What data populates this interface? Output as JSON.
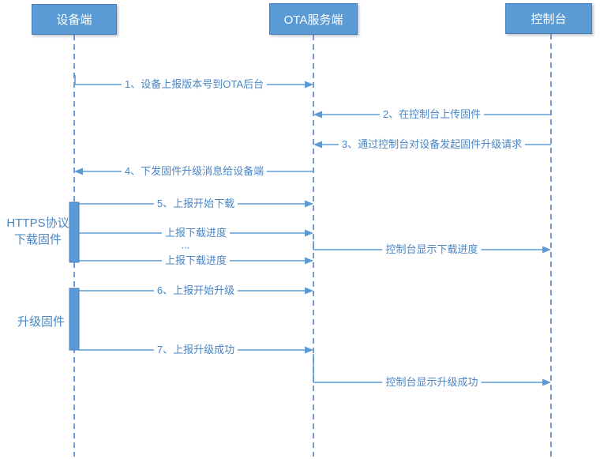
{
  "diagram": {
    "type": "sequence",
    "colors": {
      "accent": "#5B9BD5",
      "actor_border": "#4A7EBB",
      "message_text": "#4A86C5",
      "lifeline": "#759CC9",
      "actor_text": "#FFFFFF",
      "background": "#FFFFFF"
    },
    "participants": [
      {
        "id": "device",
        "label": "设备端"
      },
      {
        "id": "ota-server",
        "label": "OTA服务端"
      },
      {
        "id": "console",
        "label": "控制台"
      }
    ],
    "messages": [
      {
        "from": "设备端",
        "to": "OTA服务端",
        "label": "1、设备上报版本号到OTA后台"
      },
      {
        "from": "控制台",
        "to": "OTA服务端",
        "label": "2、在控制台上传固件"
      },
      {
        "from": "控制台",
        "to": "OTA服务端",
        "label": "3、通过控制台对设备发起固件升级请求"
      },
      {
        "from": "OTA服务端",
        "to": "设备端",
        "label": "4、下发固件升级消息给设备端"
      },
      {
        "from": "设备端",
        "to": "OTA服务端",
        "label": "5、上报开始下载"
      },
      {
        "from": "设备端",
        "to": "OTA服务端",
        "label": "上报下载进度"
      },
      {
        "from": "OTA服务端",
        "to": "控制台",
        "label": "控制台显示下载进度"
      },
      {
        "from": "设备端",
        "to": "OTA服务端",
        "label": "上报下载进度"
      },
      {
        "from": "设备端",
        "to": "OTA服务端",
        "label": "6、上报开始升级"
      },
      {
        "from": "设备端",
        "to": "OTA服务端",
        "label": "7、上报升级成功"
      },
      {
        "from": "OTA服务端",
        "to": "控制台",
        "label": "控制台显示升级成功"
      }
    ],
    "ellipsis": "...",
    "phases": [
      {
        "line1": "HTTPS协议",
        "line2": "下载固件"
      },
      {
        "line1": "升级固件"
      }
    ]
  }
}
